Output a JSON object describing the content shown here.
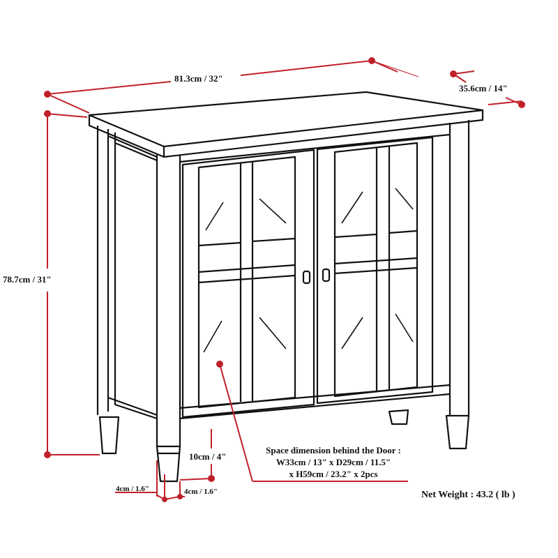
{
  "diagram": {
    "type": "product-dimension-drawing",
    "subject": "cabinet with two glass doors",
    "accent_color": "#c0202a",
    "line_color": "#111111"
  },
  "dimensions": {
    "width": "81.3cm / 32\"",
    "depth": "35.6cm / 14\"",
    "height": "78.7cm / 31\"",
    "leg_height": "10cm / 4\"",
    "leg_width_front": "4cm / 1.6\"",
    "leg_width_side": "4cm / 1.6\""
  },
  "notes": {
    "space_line1": "Space dimension behind the Door :",
    "space_line2": "W33cm / 13\" x D29cm / 11.5\"",
    "space_line3": "x H59cm / 23.2\" x 2pcs",
    "net_weight": "Net Weight : 43.2 ( lb )"
  }
}
